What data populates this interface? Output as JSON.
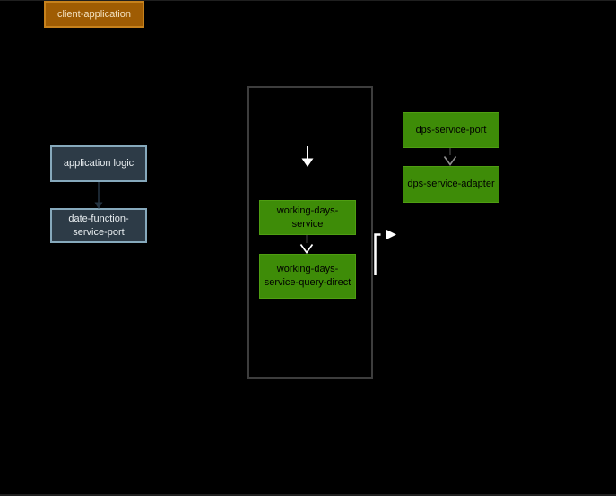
{
  "diagram": {
    "background": "#000000",
    "nodes": {
      "client_application": {
        "label": "client-application",
        "fill": "#9f5c03",
        "border": "#c6811c",
        "text_color": "#f4e2c0"
      },
      "application_logic": {
        "label": "application logic",
        "fill": "#2d3b47",
        "border": "#86a9bc",
        "text_color": "#e8edf0"
      },
      "date_function_service_port": {
        "label": "date-function-service-port",
        "fill": "#2d3b47",
        "border": "#86a9bc",
        "text_color": "#e8edf0"
      },
      "working_days_service": {
        "label": "working-days-service",
        "fill": "#3e8c08",
        "border": "#4f9e12",
        "text_color": "#000000"
      },
      "working_days_service_query_direct": {
        "label": "working-days-service-query-direct",
        "fill": "#3e8c08",
        "border": "#4f9e12",
        "text_color": "#000000"
      },
      "dps_service_port": {
        "label": "dps-service-port",
        "fill": "#3e8c08",
        "border": "#4f9e12",
        "text_color": "#000000"
      },
      "dps_service_adapter": {
        "label": "dps-service-adapter",
        "fill": "#3e8c08",
        "border": "#4f9e12",
        "text_color": "#000000"
      }
    },
    "container_boundary": {
      "border_color": "#3d3d3d",
      "label": ""
    },
    "edges": [
      {
        "from": "application logic",
        "to": "date-function-service-port",
        "line": "solid",
        "arrowhead": "filled-triangle",
        "color": "#243442"
      },
      {
        "from": "dps-service-port",
        "to": "dps-service-adapter",
        "line": "solid-dim",
        "arrowhead": "open-v",
        "color": "#8f8f8f"
      },
      {
        "from": "working-days-service",
        "to": "working-days-service-query-direct",
        "line": "solid-dim",
        "arrowhead": "open-v",
        "color": "#ffffff"
      },
      {
        "from": "container-top",
        "to": "working-days-service",
        "line": "solid",
        "arrowhead": "filled-triangle",
        "color": "#ffffff"
      },
      {
        "from": "working-days-service-query-direct",
        "to": "right-of-container",
        "line": "solid-elbow",
        "arrowhead": "filled-triangle",
        "color": "#ffffff"
      }
    ]
  }
}
